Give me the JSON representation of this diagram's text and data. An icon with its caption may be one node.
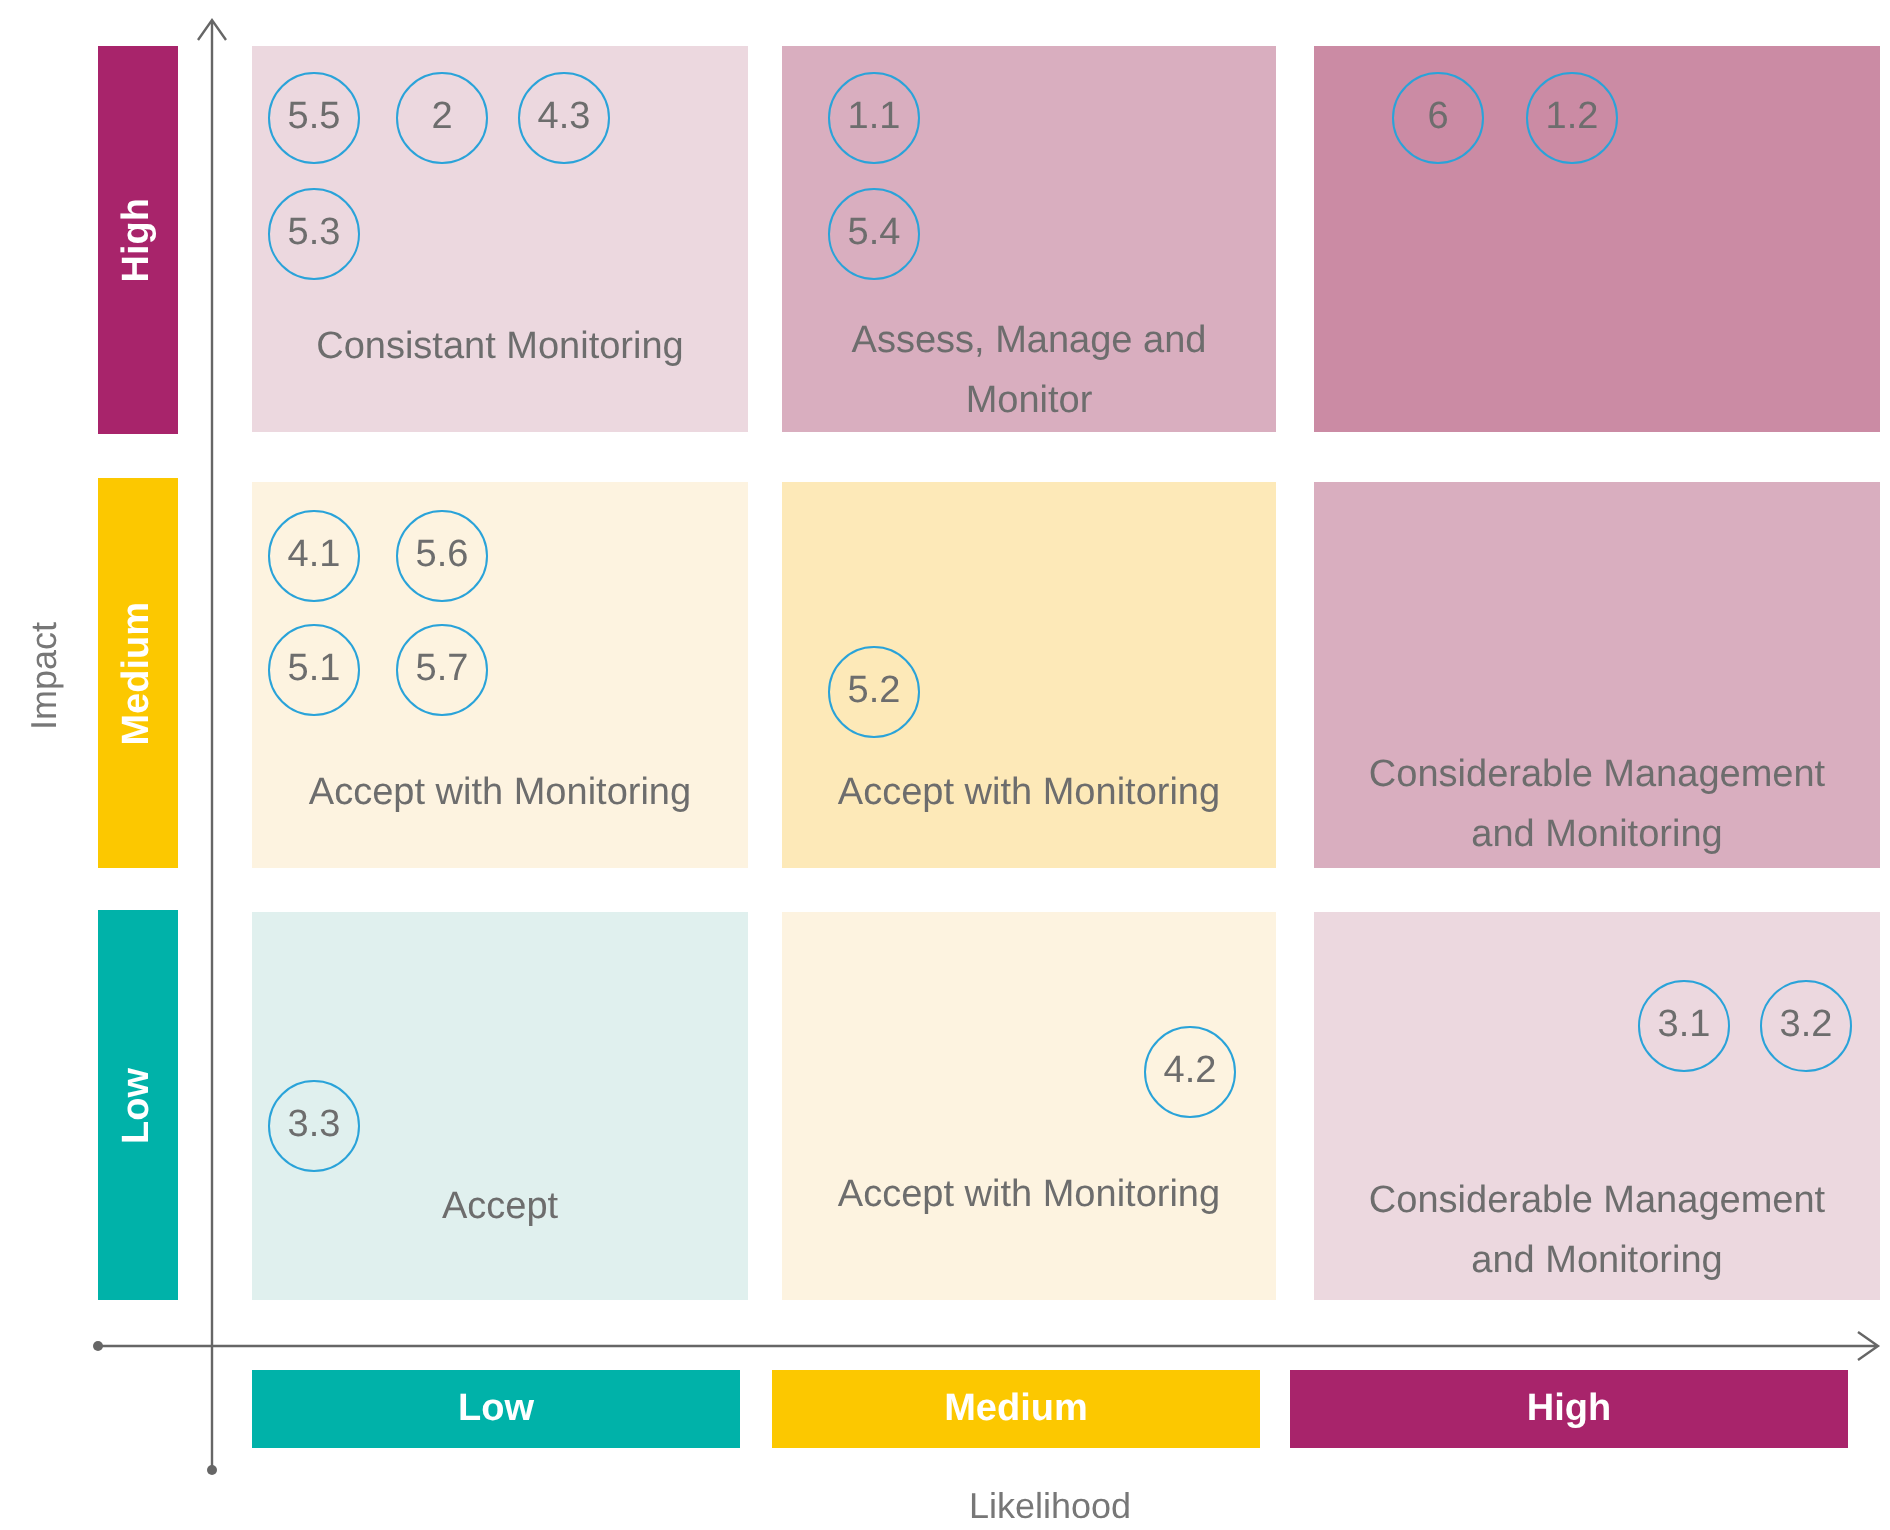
{
  "diagram": {
    "nodes": [
      {
        "text": [
          "High"
        ]
      },
      {
        "text": [
          "Consistant Monitoring"
        ]
      },
      {
        "text": [
          "5.5"
        ],
        "in": 1
      },
      {
        "text": [
          "2"
        ],
        "in": 1
      },
      {
        "text": [
          "4.3"
        ],
        "in": 1
      },
      {
        "text": [
          "5.3"
        ],
        "in": 1
      },
      {
        "text": [
          "Assess, Manage and Monitor"
        ]
      },
      {
        "text": [
          "1.1"
        ],
        "in": 6
      },
      {
        "text": [
          "5.4"
        ],
        "in": 6
      },
      {
        "text": [],
        "shape": "box"
      },
      {
        "text": [
          "6"
        ],
        "in": 9
      },
      {
        "text": [
          "1.2"
        ],
        "in": 9
      },
      {
        "text": [
          "Medium"
        ]
      },
      {
        "text": [
          "Accept with Monitoring"
        ]
      },
      {
        "text": [
          "4.1"
        ],
        "in": 13
      },
      {
        "text": [
          "5.6"
        ],
        "in": 13
      },
      {
        "text": [
          "5.1"
        ],
        "in": 13
      },
      {
        "text": [
          "5.7"
        ],
        "in": 13
      },
      {
        "text": [
          "Accept with Monitoring"
        ]
      },
      {
        "text": [
          "5.2"
        ],
        "in": 18
      },
      {
        "text": [
          "Considerable Management and Monitoring"
        ]
      },
      {
        "text": [
          "Low"
        ]
      },
      {
        "text": [
          "Accept"
        ]
      },
      {
        "text": [
          "3.3"
        ],
        "in": 22
      },
      {
        "text": [
          "Accept with Monitoring"
        ]
      },
      {
        "text": [
          "4.2"
        ],
        "in": 24
      },
      {
        "text": [
          "Considerable Management and Monitoring"
        ]
      },
      {
        "text": [
          "3.1"
        ],
        "in": 26
      },
      {
        "text": [
          "3.2"
        ],
        "in": 26
      },
      {
        "text": [
          "Low"
        ]
      },
      {
        "text": [
          "Medium"
        ]
      },
      {
        "text": [
          "High"
        ]
      }
    ],
    "labels": [
      "Impact",
      "Likelihood"
    ]
  }
}
